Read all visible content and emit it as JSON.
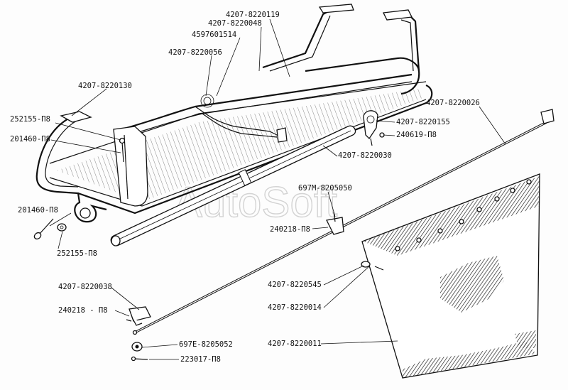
{
  "watermark": "AutoSoft",
  "labels": {
    "l1": "4207-8220119",
    "l2": "4207-8220048",
    "l3": "4597601514",
    "l4": "4207-8220056",
    "l5": "4207-8220130",
    "l6": "252155-П8",
    "l7": "201460-П8",
    "l8": "4207-8220155",
    "l9": "240619-П8",
    "l10": "4207-8220026",
    "l11": "4207-8220030",
    "l12": "697М-8205050",
    "l13": "240218-П8",
    "l14": "201460-П8",
    "l15": "252155-П8",
    "l16": "4207-8220545",
    "l17": "4207-8220014",
    "l18": "4207-8220038",
    "l19": "240218 - П8",
    "l20": "4207-8220011",
    "l21": "697Е-8205052",
    "l22": "223017-П8"
  },
  "icons": {
    "cradle": "luggage-cradle-frame",
    "tube": "support-tube",
    "rod": "curtain-rod",
    "curtain": "curtain-panel",
    "bolt": "bolt-icon",
    "washer": "washer-icon",
    "bracket": "bracket-icon",
    "clip": "clip-icon"
  }
}
